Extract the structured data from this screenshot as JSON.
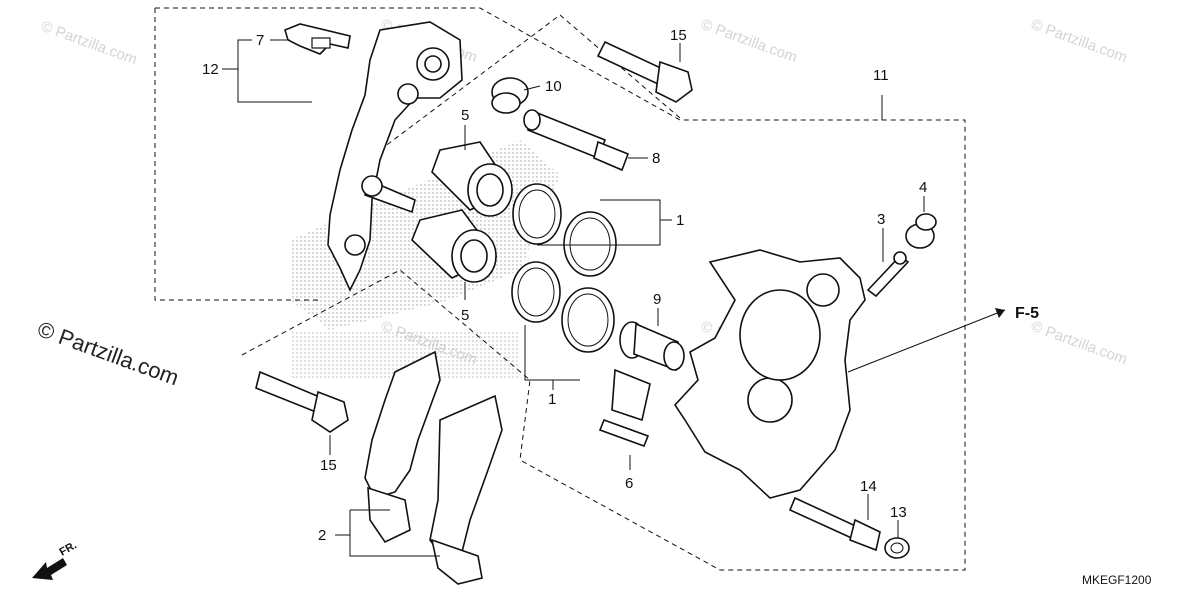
{
  "diagram": {
    "callouts": {
      "c1a": "1",
      "c1b": "1",
      "c2": "2",
      "c3": "3",
      "c4": "4",
      "c5a": "5",
      "c5b": "5",
      "c6": "6",
      "c7": "7",
      "c8": "8",
      "c9": "9",
      "c10": "10",
      "c11": "11",
      "c12": "12",
      "c13": "13",
      "c14": "14",
      "c15a": "15",
      "c15b": "15"
    },
    "reference_label": "F-5",
    "direction_label": "FR.",
    "diagram_code": "MKEGF1200",
    "watermark_main": "© Partzilla.com",
    "watermark_repeat": "© Partzilla.com"
  }
}
